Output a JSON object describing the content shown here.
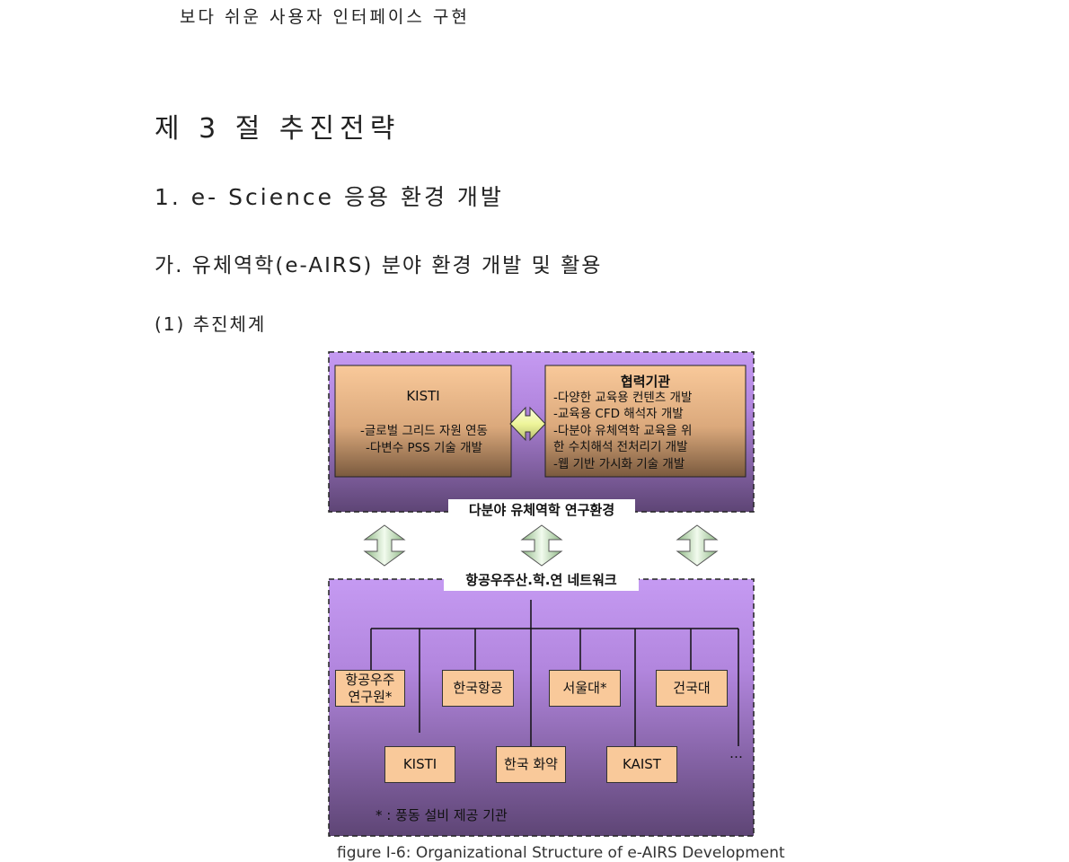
{
  "document": {
    "intro_line": "보다 쉬운 사용자 인터페이스 구현",
    "section_title": "제 3 절  추진전략",
    "subsection_title": "1. e- Science 응용 환경 개발",
    "item_title": "가. 유체역학(e-AIRS) 분야 환경 개발 및 활용",
    "subitem_title": "(1) 추진체계",
    "figure_caption": "figure I-6:  Organizational Structure of e-AIRS Development"
  },
  "diagram": {
    "upper": {
      "label": "다분야 유체역학 연구환경",
      "kisti": {
        "title": "KISTI",
        "lines": [
          "-글로벌 그리드 자원 연동",
          "-다변수 PSS 기술 개발"
        ]
      },
      "partner": {
        "title": "협력기관",
        "lines": [
          "-다양한 교육용 컨텐츠 개발",
          "-교육용 CFD 해석자 개발",
          "-다분야 유체역학 교육을 위",
          "한 수치해석 전처리기 개발",
          "-웹 기반 가시화 기술 개발"
        ]
      }
    },
    "lower": {
      "label": "항공우주산.학.연 네트워크",
      "top_row": [
        "항공우주\n연구원*",
        "한국항공",
        "서울대*",
        "건국대"
      ],
      "bottom_row": [
        "KISTI",
        "한국 화약",
        "KAIST"
      ],
      "ellipsis": "…",
      "note": "* : 풍동 설비 제공 기관"
    },
    "colors": {
      "panel_top": "#c59af2",
      "panel_bottom": "#5e4575",
      "box_top": "#f9c99a",
      "box_bottom": "#7a5a3e",
      "org_box": "#f9c99a",
      "arrow_light": "#eef8e8",
      "arrow_dark": "#7fa877",
      "arrow_yellow": "#f3f7b0"
    }
  }
}
